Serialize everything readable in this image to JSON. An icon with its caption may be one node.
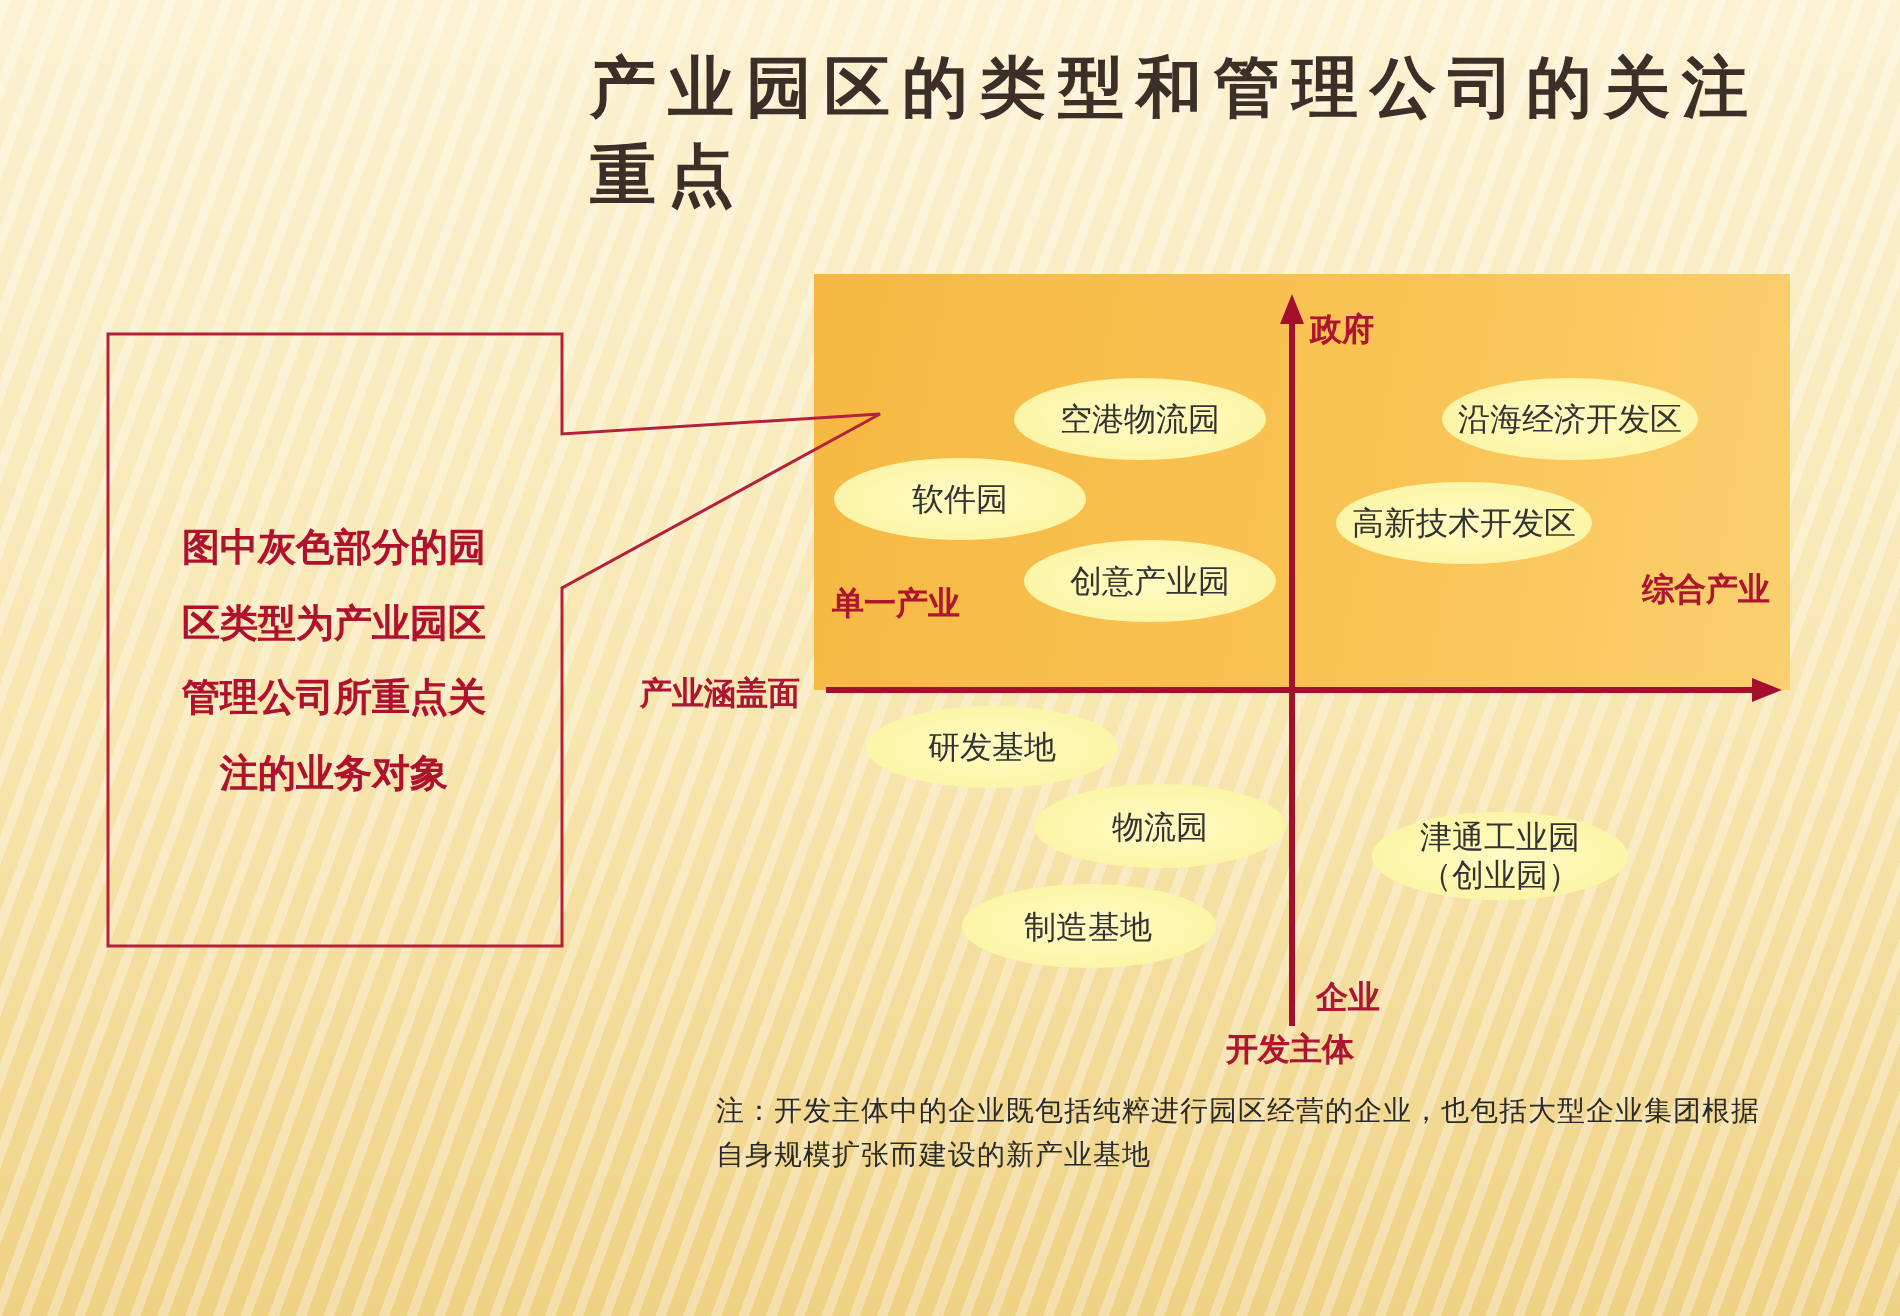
{
  "diagram": {
    "title": "产业园区的类型和管理公司的关注重点",
    "nodes": [
      {
        "text": [
          "图中灰色部分的园区类型为产业园区管理公司所重点关注的业务对象"
        ]
      },
      {
        "text": [],
        "shape": "box"
      },
      {
        "text": [
          "空港物流园"
        ],
        "in": 1
      },
      {
        "text": [
          "沿海经济开发区"
        ],
        "in": 1
      },
      {
        "text": [
          "软件园"
        ],
        "in": 1
      },
      {
        "text": [
          "高新技术开发区"
        ],
        "in": 1
      },
      {
        "text": [
          "创意产业园"
        ],
        "in": 1
      },
      {
        "text": [
          "研发基地"
        ]
      },
      {
        "text": [
          "物流园"
        ]
      },
      {
        "text": [
          "津通工业园（创业园）"
        ]
      },
      {
        "text": [
          "制造基地"
        ]
      }
    ],
    "labels": [
      "政府",
      "单一产业",
      "综合产业",
      "产业涵盖面",
      "企业",
      "开发主体",
      "注：开发主体中的企业既包括纯粹进行园区经营的企业，也包括大型企业集团根据自身规模扩张而建设的新产业基地"
    ]
  }
}
